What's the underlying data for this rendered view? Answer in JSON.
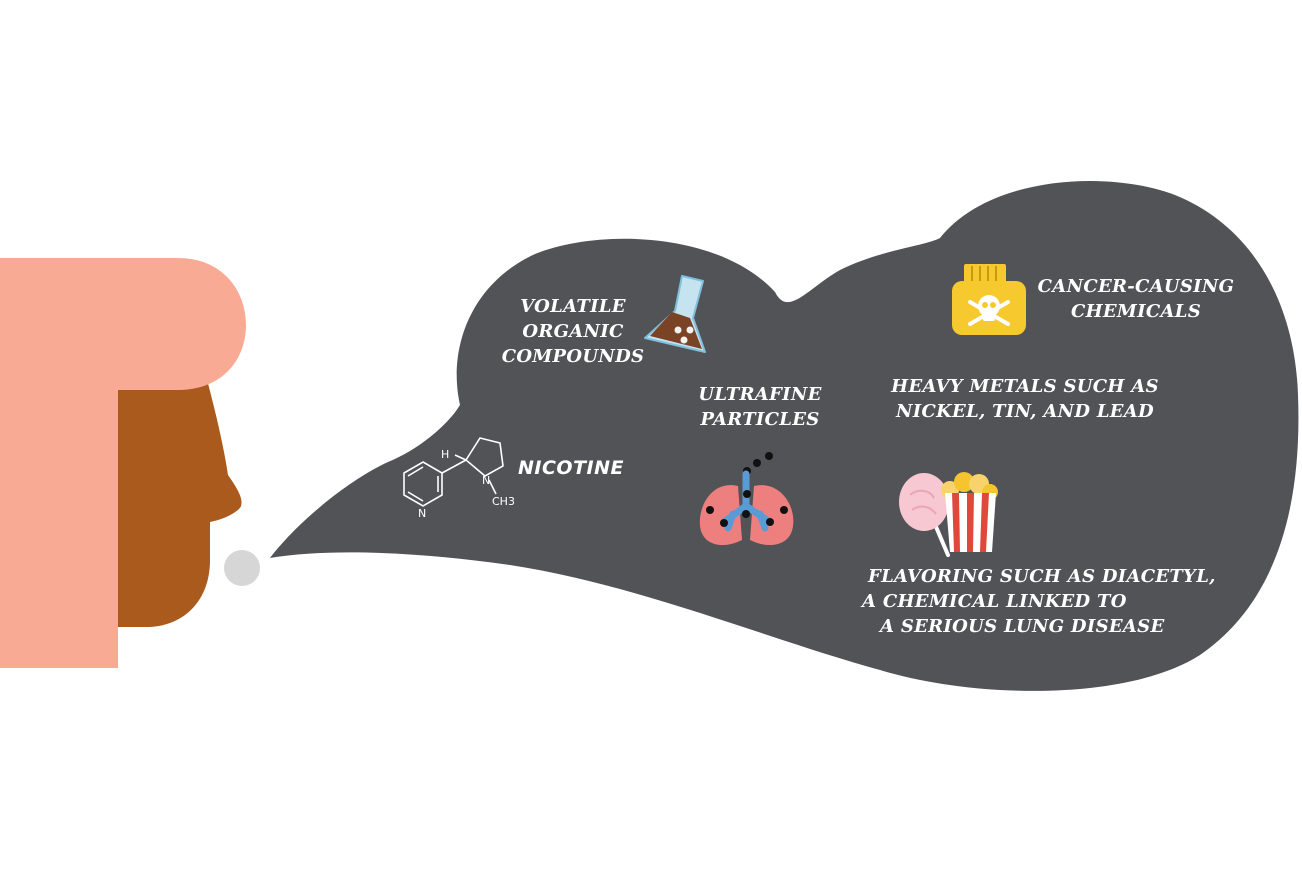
{
  "colors": {
    "cloud": "#525357",
    "skin": "#A95A1C",
    "hair": "#F8AA95",
    "breath_dot": "#D6D6D6",
    "label_text": "#FFFFFF",
    "flask_liquid": "#7A4326",
    "poison_yellow": "#F6C92F",
    "lung_pink": "#EE7F7F",
    "airway_blue": "#5B9BD5",
    "cotton_candy": "#F7C7D2",
    "popcorn_red": "#E0483B"
  },
  "labels": {
    "voc": [
      "VOLATILE",
      "ORGANIC",
      "COMPOUNDS"
    ],
    "ultrafine": [
      "ULTRAFINE",
      "PARTICLES"
    ],
    "cancer": [
      "CANCER-CAUSING",
      "CHEMICALS"
    ],
    "metals": [
      "HEAVY METALS SUCH AS",
      "NICKEL, TIN, AND LEAD"
    ],
    "nicotine": "NICOTINE",
    "flavoring": [
      "FLAVORING SUCH AS DIACETYL,",
      "A CHEMICAL LINKED TO",
      "A SERIOUS LUNG DISEASE"
    ]
  },
  "chem": {
    "h": "H",
    "n1": "N",
    "n2": "N",
    "ch3": "CH3"
  },
  "icons": {
    "flask": "flask-icon",
    "poison": "poison-bottle-icon",
    "lungs": "lungs-icon",
    "molecule": "nicotine-molecule-icon",
    "candy": "cotton-candy-icon",
    "popcorn": "popcorn-icon"
  }
}
